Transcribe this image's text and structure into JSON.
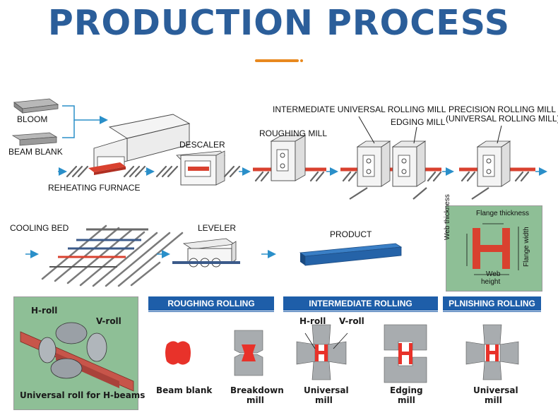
{
  "title": "PRODUCTION PROCESS",
  "colors": {
    "title": "#2b5e9a",
    "accent": "#e8891f",
    "band": "#1e5ea9",
    "steel": "#d9412f",
    "green_panel": "#8ebf96"
  },
  "process_top": {
    "bloom": "BLOOM",
    "beam_blank": "BEAM BLANK",
    "reheating_furnace": "REHEATING FURNACE",
    "descaler": "DESCALER",
    "roughing_mill": "ROUGHING MILL",
    "intermediate_mill": "INTERMEDIATE UNIVERSAL ROLLING MILL",
    "edging_mill": "EDGING MILL",
    "precision_mill_1": "PRECISION ROLLING MILL",
    "precision_mill_2": "(UNIVERSAL ROLLING MILL)"
  },
  "process_middle": {
    "cooling_bed": "COOLING BED",
    "leveler": "LEVELER",
    "product": "PRODUCT"
  },
  "hbeam_dims": {
    "flange_thickness": "Flange thickness",
    "web_thickness": "Web thickness",
    "flange_width": "Flange width",
    "web_height_1": "Web",
    "web_height_2": "height"
  },
  "roll_panel": {
    "h_roll": "H-roll",
    "v_roll": "V-roll",
    "caption": "Universal roll for H-beams"
  },
  "stages": {
    "roughing": "ROUGHING ROLLING",
    "intermediate": "INTERMEDIATE ROLLING",
    "finishing": "PLNISHING ROLLING"
  },
  "sections": {
    "beam_blank": "Beam blank",
    "breakdown_1": "Breakdown",
    "breakdown_2": "mill",
    "universal_1": "Universal",
    "universal_2": "mill",
    "h_roll": "H-roll",
    "v_roll": "V-roll",
    "edging_1": "Edging",
    "edging_2": "mill",
    "finish_universal_1": "Universal",
    "finish_universal_2": "mill"
  }
}
